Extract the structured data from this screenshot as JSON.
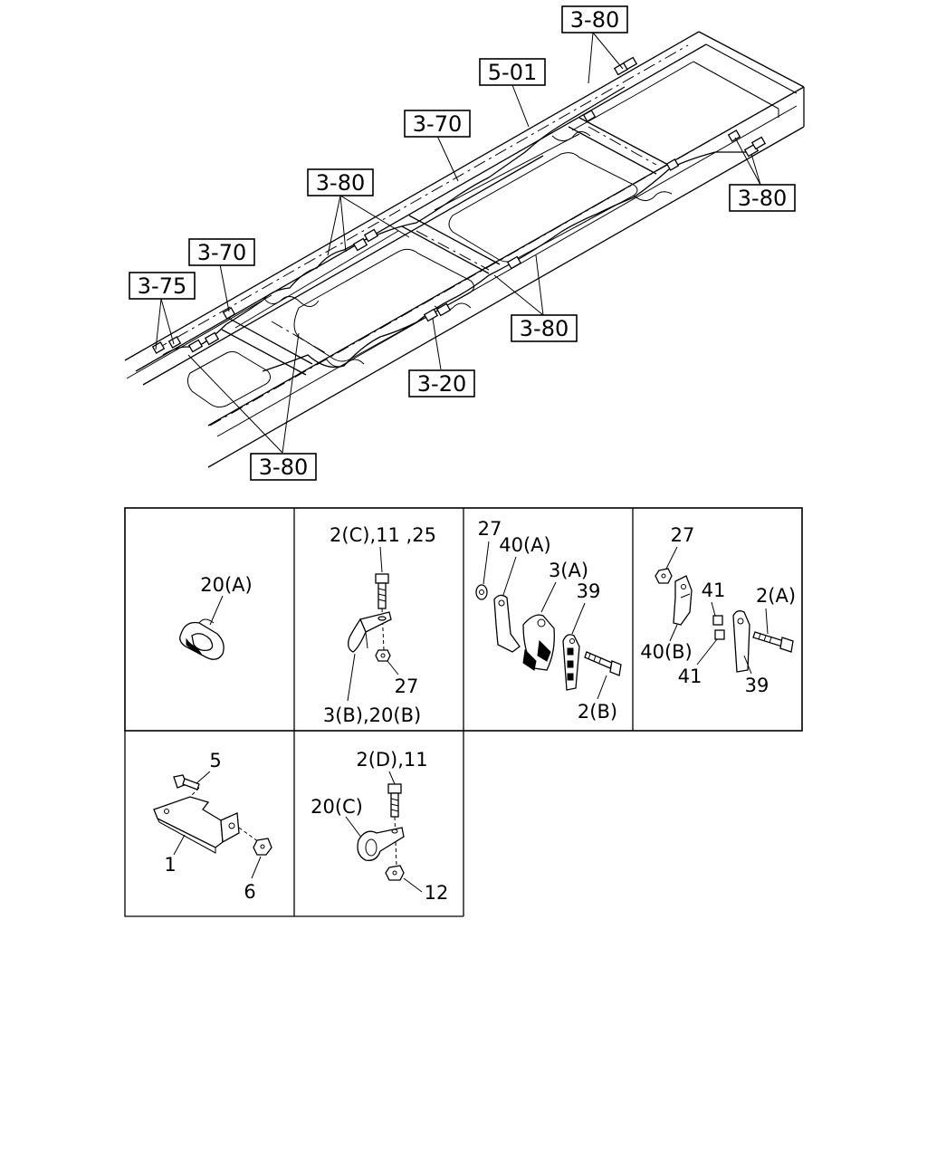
{
  "frame_refs": [
    {
      "id": "ref-top-right",
      "label": "3-80"
    },
    {
      "id": "ref-5-01",
      "label": "5-01"
    },
    {
      "id": "ref-3-70-center",
      "label": "3-70"
    },
    {
      "id": "ref-right",
      "label": "3-80"
    },
    {
      "id": "ref-upper-middle",
      "label": "3-80"
    },
    {
      "id": "ref-3-70-left",
      "label": "3-70"
    },
    {
      "id": "ref-3-75",
      "label": "3-75"
    },
    {
      "id": "ref-center-lower",
      "label": "3-80"
    },
    {
      "id": "ref-3-20",
      "label": "3-20"
    },
    {
      "id": "ref-bottom",
      "label": "3-80"
    }
  ],
  "panels": {
    "p1": {
      "labels": {
        "a": "20(A)"
      }
    },
    "p2": {
      "labels": {
        "a": "2(C),11 ,25",
        "b": "27",
        "c": "3(B),20(B)"
      }
    },
    "p3": {
      "labels": {
        "a": "27",
        "b": "40(A)",
        "c": "3(A)",
        "d": "39",
        "e": "2(B)"
      }
    },
    "p4": {
      "labels": {
        "a": "27",
        "b": "41",
        "c": "2(A)",
        "d": "40(B)",
        "e": "41",
        "f": "39"
      }
    },
    "p5": {
      "labels": {
        "a": "5",
        "b": "1",
        "c": "6"
      }
    },
    "p6": {
      "labels": {
        "a": "2(D),11",
        "b": "20(C)",
        "c": "12"
      }
    }
  }
}
